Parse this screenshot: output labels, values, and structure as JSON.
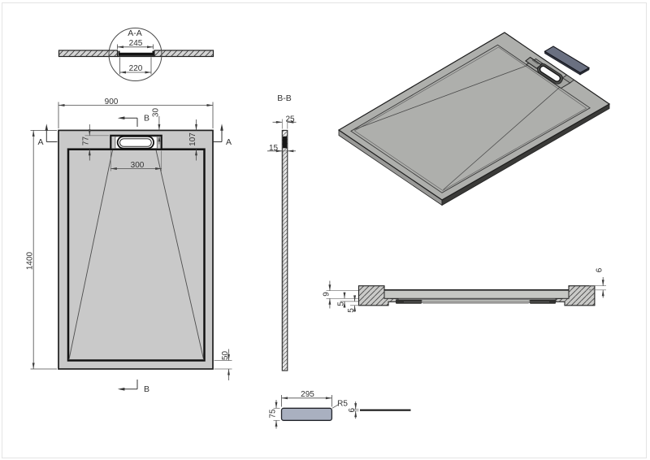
{
  "drawing": {
    "type": "technical_drawing",
    "subject": "rectangular shower tray with linear drain",
    "colors": {
      "background": "#ffffff",
      "sheet_border": "#e4e4e4",
      "line": "#1f1f1f",
      "dimension": "#4a4a4a",
      "tray_fill": "#c9c9c9",
      "iso_top": "#aeafac",
      "iso_side_light": "#9a9a98",
      "iso_side_dark": "#3a3a38",
      "cover_iso": "#6a7081",
      "cover_detail": "#a9b0c0"
    },
    "views": {
      "section_aa": {
        "label": "A-A",
        "dim_top_opening": "245",
        "dim_bottom_opening": "220"
      },
      "plan": {
        "dim_width": "900",
        "dim_length": "1400",
        "dim_drain_offset_left": "77",
        "dim_drain_offset_top": "30",
        "dim_drain_offset_right": "107",
        "dim_drain_width": "300",
        "dim_border_bottom": "50",
        "marker_a_left": "A",
        "marker_a_right": "A",
        "marker_b_top": "B",
        "marker_b_bottom": "B"
      },
      "section_bb": {
        "label": "B-B",
        "dim_edge": "25",
        "dim_body": "15"
      },
      "side_section": {
        "dim_rim_height": "9",
        "dim_layer_mid": "5",
        "dim_layer_bottom": "5",
        "dim_rim_step": "6"
      },
      "cover_detail": {
        "dim_length": "295",
        "dim_width": "75",
        "dim_radius": "R5",
        "dim_thickness": "6"
      }
    }
  }
}
